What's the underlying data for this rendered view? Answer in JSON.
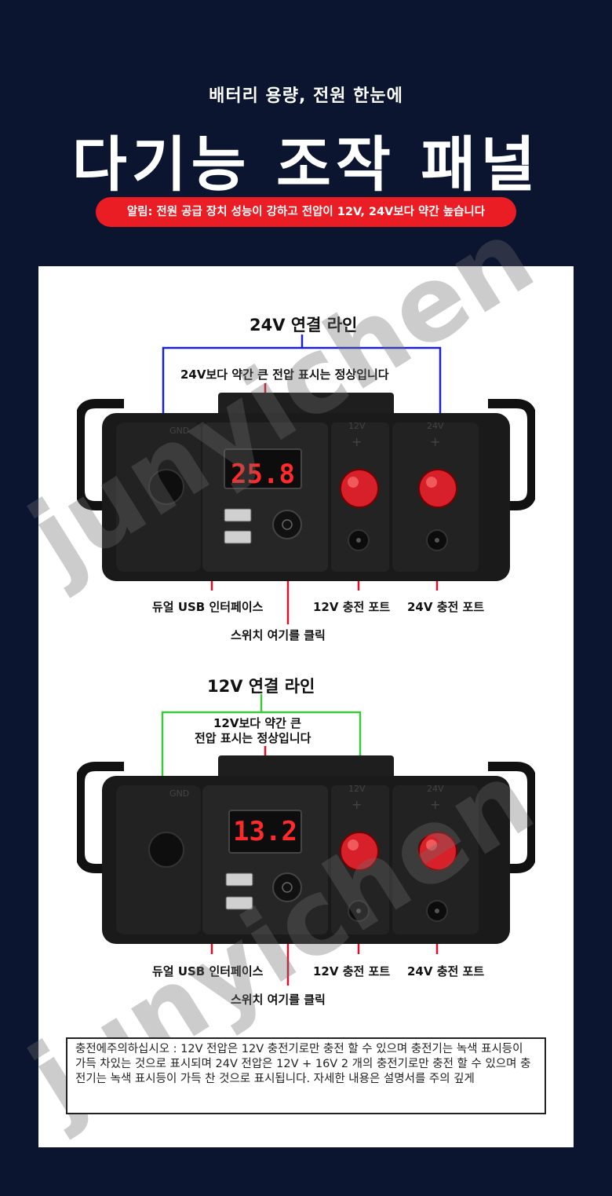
{
  "header": {
    "subtitle": "배터리 용량, 전원 한눈에",
    "title": "다기능 조작 패널",
    "notice": "알림: 전원 공급 장치 성능이 강하고 전압이 12V, 24V보다 약간 높습니다"
  },
  "watermark": "junyichen",
  "section24": {
    "line_title": "24V 연결 라인",
    "display_note": "24V보다 약간 큰 전압 표시는 정상입니다",
    "display_value": "25.8",
    "label_usb": "듀얼 USB 인터페이스",
    "label_12v_port": "12V 충전 포트",
    "label_24v_port": "24V 충전 포트",
    "label_switch": "스위치 여기를 클릭",
    "line_color": "#1a22c8"
  },
  "section12": {
    "line_title": "12V 연결 라인",
    "display_note_1": "12V보다 약간 큰",
    "display_note_2": "전압 표시는 정상입니다",
    "display_value": "13.2",
    "label_usb": "듀얼 USB 인터페이스",
    "label_12v_port": "12V 충전 포트",
    "label_24v_port": "24V 충전 포트",
    "label_switch": "스위치 여기를 클릭",
    "line_color": "#3cc83c"
  },
  "caution": {
    "text": "충전에주의하십시오 : 12V 전압은 12V 충전기로만 충전 할 수 있으며 충전기는 녹색 표시등이 가득 차있는 것으로 표시되며 24V 전압은 12V + 16V 2 개의 충전기로만 충전 할 수 있으며 충전기는 녹색 표시등이 가득 찬 것으로 표시됩니다. 자세한 내용은 설명서를 주의 깊게"
  },
  "colors": {
    "background": "#0b1530",
    "notice_red": "#ea1d24",
    "display_red": "#ff2a2a",
    "callout_red": "#d8102a"
  }
}
